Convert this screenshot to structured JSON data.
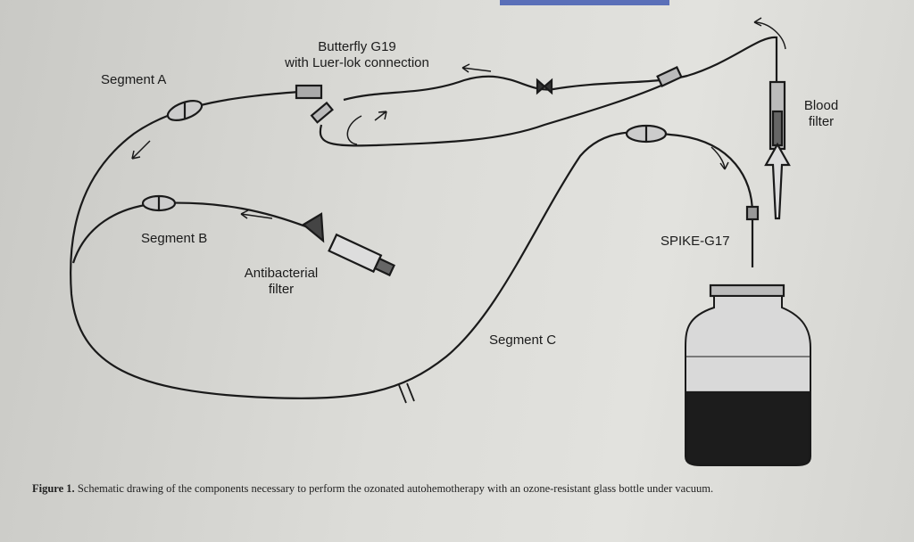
{
  "labels": {
    "butterfly_line1": "Butterfly G19",
    "butterfly_line2": "with Luer-lok connection",
    "segment_a": "Segment A",
    "segment_b": "Segment B",
    "segment_c": "Segment C",
    "antibacterial_line1": "Antibacterial",
    "antibacterial_line2": "filter",
    "blood_line1": "Blood",
    "blood_line2": "filter",
    "spike": "SPIKE-G17"
  },
  "caption": {
    "prefix": "Figure 1.",
    "text": " Schematic drawing of the components necessary to perform the ozonated autohemotherapy with an ozone-resistant glass bottle under vacuum."
  }
}
